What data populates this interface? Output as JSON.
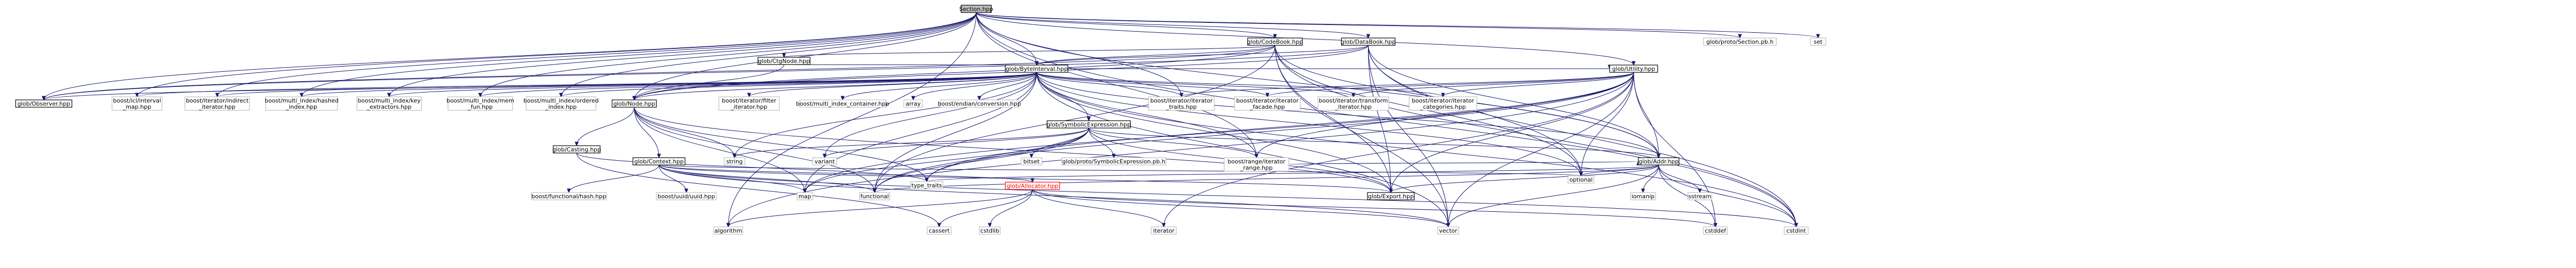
{
  "diagram": {
    "nodes": [
      {
        "id": "section",
        "label": "Section.hpp",
        "style": "root"
      },
      {
        "id": "codebook",
        "label": "glob/CodeBook.hpp",
        "style": "hdr"
      },
      {
        "id": "databook",
        "label": "glob/DataBook.hpp",
        "style": "hdr"
      },
      {
        "id": "sectionpb",
        "label": "glob/proto/Section.pb.h",
        "style": "plain"
      },
      {
        "id": "set",
        "label": "set",
        "style": "plain"
      },
      {
        "id": "ctgnode",
        "label": "glob/CtgNode.hpp",
        "style": "hdr"
      },
      {
        "id": "byteinterval",
        "label": "glob/ByteInterval.hpp",
        "style": "hdr"
      },
      {
        "id": "utility",
        "label": "glob/Utility.hpp",
        "style": "hdr"
      },
      {
        "id": "observer",
        "label": "glob/Observer.hpp",
        "style": "hdr"
      },
      {
        "id": "icl_map",
        "label": [
          "boost/icl/interval",
          "_map.hpp"
        ],
        "style": "plain"
      },
      {
        "id": "indirect_iter",
        "label": [
          "boost/iterator/indirect",
          "_iterator.hpp"
        ],
        "style": "plain"
      },
      {
        "id": "mi_hashed",
        "label": [
          "boost/multi_index/hashed",
          "_index.hpp"
        ],
        "style": "plain"
      },
      {
        "id": "mi_key",
        "label": [
          "boost/multi_index/key",
          "_extractors.hpp"
        ],
        "style": "plain"
      },
      {
        "id": "mi_mem",
        "label": [
          "boost/multi_index/mem",
          "_fun.hpp"
        ],
        "style": "plain"
      },
      {
        "id": "mi_ordered",
        "label": [
          "boost/multi_index/ordered",
          "_index.hpp"
        ],
        "style": "plain"
      },
      {
        "id": "node",
        "label": "glob/Node.hpp",
        "style": "hdr"
      },
      {
        "id": "filter_iter",
        "label": [
          "boost/iterator/filter",
          "_iterator.hpp"
        ],
        "style": "plain"
      },
      {
        "id": "mi_container",
        "label": "boost/multi_index_container.hpp",
        "style": "plain"
      },
      {
        "id": "array",
        "label": "array",
        "style": "plain"
      },
      {
        "id": "endian",
        "label": "boost/endian/conversion.hpp",
        "style": "plain"
      },
      {
        "id": "iter_traits",
        "label": [
          "boost/iterator/iterator",
          "_traits.hpp"
        ],
        "style": "plain"
      },
      {
        "id": "iter_facade",
        "label": [
          "boost/iterator/iterator",
          "_facade.hpp"
        ],
        "style": "plain"
      },
      {
        "id": "transform_iter",
        "label": [
          "boost/iterator/transform",
          "_iterator.hpp"
        ],
        "style": "plain"
      },
      {
        "id": "iter_categories",
        "label": [
          "boost/iterator/iterator",
          "_categories.hpp"
        ],
        "style": "plain"
      },
      {
        "id": "optional",
        "label": "optional",
        "style": "plain"
      },
      {
        "id": "cstdint",
        "label": "cstdint",
        "style": "plain"
      },
      {
        "id": "symexpr",
        "label": "glob/SymbolicExpression.hpp",
        "style": "hdr"
      },
      {
        "id": "string",
        "label": "string",
        "style": "plain"
      },
      {
        "id": "variant",
        "label": "variant",
        "style": "plain"
      },
      {
        "id": "bitset",
        "label": "bitset",
        "style": "plain"
      },
      {
        "id": "symexpr_pb",
        "label": "glob/proto/SymbolicExpression.pb.h",
        "style": "plain"
      },
      {
        "id": "range",
        "label": [
          "boost/range/iterator",
          "_range.hpp"
        ],
        "style": "plain"
      },
      {
        "id": "addr",
        "label": "glob/Addr.hpp",
        "style": "hdr"
      },
      {
        "id": "casting",
        "label": "glob/Casting.hpp",
        "style": "hdr"
      },
      {
        "id": "context",
        "label": "glob/Context.hpp",
        "style": "hdr"
      },
      {
        "id": "func_hash",
        "label": "boost/functional/hash.hpp",
        "style": "plain"
      },
      {
        "id": "uuid",
        "label": "boost/uuid/uuid.hpp",
        "style": "plain"
      },
      {
        "id": "map",
        "label": "map",
        "style": "plain"
      },
      {
        "id": "functional",
        "label": "functional",
        "style": "plain"
      },
      {
        "id": "type_traits",
        "label": "type_traits",
        "style": "plain"
      },
      {
        "id": "allocator",
        "label": "glob/Allocator.hpp",
        "style": "red"
      },
      {
        "id": "export",
        "label": "glob/Export.hpp",
        "style": "hdr"
      },
      {
        "id": "iomanip",
        "label": "iomanip",
        "style": "plain"
      },
      {
        "id": "sstream",
        "label": "sstream",
        "style": "plain"
      },
      {
        "id": "algorithm",
        "label": "algorithm",
        "style": "plain"
      },
      {
        "id": "cassert",
        "label": "cassert",
        "style": "plain"
      },
      {
        "id": "cstdlib",
        "label": "cstdlib",
        "style": "plain"
      },
      {
        "id": "iterator",
        "label": "iterator",
        "style": "plain"
      },
      {
        "id": "vector",
        "label": "vector",
        "style": "plain"
      },
      {
        "id": "cstddef",
        "label": "cstddef",
        "style": "plain"
      }
    ],
    "edges": [
      [
        "section",
        "codebook"
      ],
      [
        "section",
        "databook"
      ],
      [
        "section",
        "sectionpb"
      ],
      [
        "section",
        "set"
      ],
      [
        "section",
        "byteinterval"
      ],
      [
        "section",
        "utility"
      ],
      [
        "section",
        "observer"
      ],
      [
        "section",
        "icl_map"
      ],
      [
        "section",
        "indirect_iter"
      ],
      [
        "section",
        "mi_hashed"
      ],
      [
        "section",
        "mi_key"
      ],
      [
        "section",
        "mi_mem"
      ],
      [
        "section",
        "mi_ordered"
      ],
      [
        "section",
        "node"
      ],
      [
        "section",
        "iter_traits"
      ],
      [
        "section",
        "algorithm"
      ],
      [
        "section",
        "cstdint"
      ],
      [
        "section",
        "range"
      ],
      [
        "section",
        "addr"
      ],
      [
        "codebook",
        "ctgnode"
      ],
      [
        "codebook",
        "byteinterval"
      ],
      [
        "codebook",
        "addr"
      ],
      [
        "codebook",
        "export"
      ],
      [
        "codebook",
        "node"
      ],
      [
        "codebook",
        "observer"
      ],
      [
        "codebook",
        "optional"
      ],
      [
        "codebook",
        "vector"
      ],
      [
        "codebook",
        "functional"
      ],
      [
        "codebook",
        "cstdint"
      ],
      [
        "databook",
        "byteinterval"
      ],
      [
        "databook",
        "addr"
      ],
      [
        "databook",
        "export"
      ],
      [
        "databook",
        "node"
      ],
      [
        "databook",
        "observer"
      ],
      [
        "databook",
        "optional"
      ],
      [
        "databook",
        "cstdint"
      ],
      [
        "databook",
        "vector"
      ],
      [
        "ctgnode",
        "node"
      ],
      [
        "ctgnode",
        "byteinterval"
      ],
      [
        "byteinterval",
        "observer"
      ],
      [
        "byteinterval",
        "icl_map"
      ],
      [
        "byteinterval",
        "indirect_iter"
      ],
      [
        "byteinterval",
        "mi_hashed"
      ],
      [
        "byteinterval",
        "mi_key"
      ],
      [
        "byteinterval",
        "mi_mem"
      ],
      [
        "byteinterval",
        "mi_ordered"
      ],
      [
        "byteinterval",
        "node"
      ],
      [
        "byteinterval",
        "filter_iter"
      ],
      [
        "byteinterval",
        "mi_container"
      ],
      [
        "byteinterval",
        "array"
      ],
      [
        "byteinterval",
        "endian"
      ],
      [
        "byteinterval",
        "iter_traits"
      ],
      [
        "byteinterval",
        "iter_facade"
      ],
      [
        "byteinterval",
        "transform_iter"
      ],
      [
        "byteinterval",
        "iter_categories"
      ],
      [
        "byteinterval",
        "optional"
      ],
      [
        "byteinterval",
        "symexpr"
      ],
      [
        "byteinterval",
        "addr"
      ],
      [
        "byteinterval",
        "export"
      ],
      [
        "byteinterval",
        "range"
      ],
      [
        "byteinterval",
        "utility"
      ],
      [
        "byteinterval",
        "string"
      ],
      [
        "byteinterval",
        "variant"
      ],
      [
        "byteinterval",
        "functional"
      ],
      [
        "byteinterval",
        "map"
      ],
      [
        "byteinterval",
        "cstdint"
      ],
      [
        "byteinterval",
        "vector"
      ],
      [
        "utility",
        "iter_traits"
      ],
      [
        "utility",
        "iter_facade"
      ],
      [
        "utility",
        "transform_iter"
      ],
      [
        "utility",
        "iter_categories"
      ],
      [
        "utility",
        "range"
      ],
      [
        "utility",
        "addr"
      ],
      [
        "utility",
        "export"
      ],
      [
        "utility",
        "optional"
      ],
      [
        "utility",
        "functional"
      ],
      [
        "utility",
        "iterator"
      ],
      [
        "utility",
        "vector"
      ],
      [
        "utility",
        "cstddef"
      ],
      [
        "utility",
        "type_traits"
      ],
      [
        "utility",
        "algorithm"
      ],
      [
        "utility",
        "map"
      ],
      [
        "node",
        "casting"
      ],
      [
        "node",
        "context"
      ],
      [
        "node",
        "string"
      ],
      [
        "node",
        "map"
      ],
      [
        "node",
        "functional"
      ],
      [
        "node",
        "type_traits"
      ],
      [
        "node",
        "export"
      ],
      [
        "symexpr",
        "string"
      ],
      [
        "symexpr",
        "variant"
      ],
      [
        "symexpr",
        "bitset"
      ],
      [
        "symexpr",
        "symexpr_pb"
      ],
      [
        "symexpr",
        "range"
      ],
      [
        "symexpr",
        "addr"
      ],
      [
        "symexpr",
        "export"
      ],
      [
        "symexpr",
        "map"
      ],
      [
        "symexpr",
        "functional"
      ],
      [
        "symexpr",
        "type_traits"
      ],
      [
        "range",
        "addr"
      ],
      [
        "addr",
        "export"
      ],
      [
        "addr",
        "iomanip"
      ],
      [
        "addr",
        "sstream"
      ],
      [
        "addr",
        "cstdint"
      ],
      [
        "addr",
        "optional"
      ],
      [
        "addr",
        "cstddef"
      ],
      [
        "addr",
        "type_traits"
      ],
      [
        "addr",
        "vector"
      ],
      [
        "addr",
        "functional"
      ],
      [
        "casting",
        "cassert"
      ],
      [
        "casting",
        "type_traits"
      ],
      [
        "context",
        "func_hash"
      ],
      [
        "context",
        "uuid"
      ],
      [
        "context",
        "map"
      ],
      [
        "context",
        "functional"
      ],
      [
        "context",
        "allocator"
      ],
      [
        "context",
        "export"
      ],
      [
        "context",
        "cstdint"
      ],
      [
        "context",
        "vector"
      ],
      [
        "context",
        "optional"
      ],
      [
        "allocator",
        "algorithm"
      ],
      [
        "allocator",
        "cassert"
      ],
      [
        "allocator",
        "cstdlib"
      ],
      [
        "allocator",
        "iterator"
      ],
      [
        "allocator",
        "vector"
      ],
      [
        "allocator",
        "cstddef"
      ]
    ]
  }
}
